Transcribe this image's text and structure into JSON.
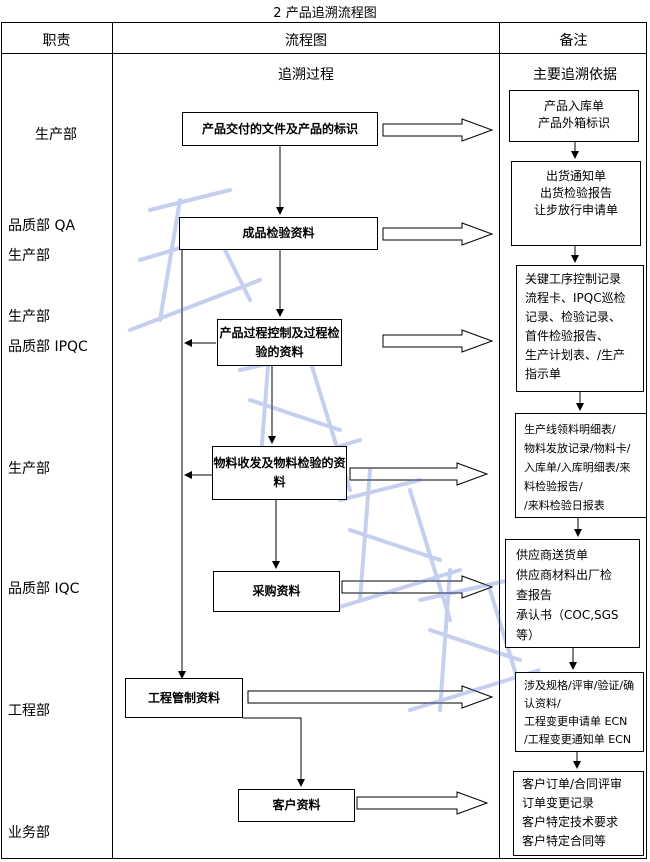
{
  "title": "2 产品追溯流程图",
  "headers": {
    "duty": "职责",
    "flow": "流程图",
    "remark": "备注"
  },
  "sub_headers": {
    "flow": "追溯过程",
    "remark": "主要追溯依据"
  },
  "roles": [
    "生产部",
    "品质部 QA",
    "生产部",
    "生产部",
    "品质部 IPQC",
    "生产部",
    "品质部 IQC",
    "工程部",
    "业务部"
  ],
  "flow_boxes": [
    "产品交付的文件及产品的标识",
    "成品检验资料",
    "产品过程控制及过程检验的资料",
    "物料收发及物料检验的资料",
    "采购资料",
    "工程管制资料",
    "客户资料"
  ],
  "notes": [
    [
      "产品入库单",
      "产品外箱标识"
    ],
    [
      "出货通知单",
      "出货检验报告",
      "让步放行申请单"
    ],
    [
      "关键工序控制记录",
      "流程卡、IPQC巡检",
      "记录、检验记录、",
      "首件检验报告、",
      "生产计划表、/生产",
      "指示单"
    ],
    [
      "生产线领料明细表/",
      "物料发放记录/物料卡/",
      "入库单/入库明细表/来",
      "料检验报告/",
      "/来料检验日报表"
    ],
    [
      "供应商送货单",
      "供应商材料出厂检",
      "查报告",
      "承认书（COC,SGS",
      "等）"
    ],
    [
      "涉及规格/评审/验证/确",
      "认资料/",
      "工程变更申请单 ECN",
      "/工程变更通知单 ECN"
    ],
    [
      "客户订单/合同评审",
      "订单变更记录",
      "客户特定技术要求",
      "客户特定合同等"
    ]
  ],
  "watermark": "外部资料"
}
